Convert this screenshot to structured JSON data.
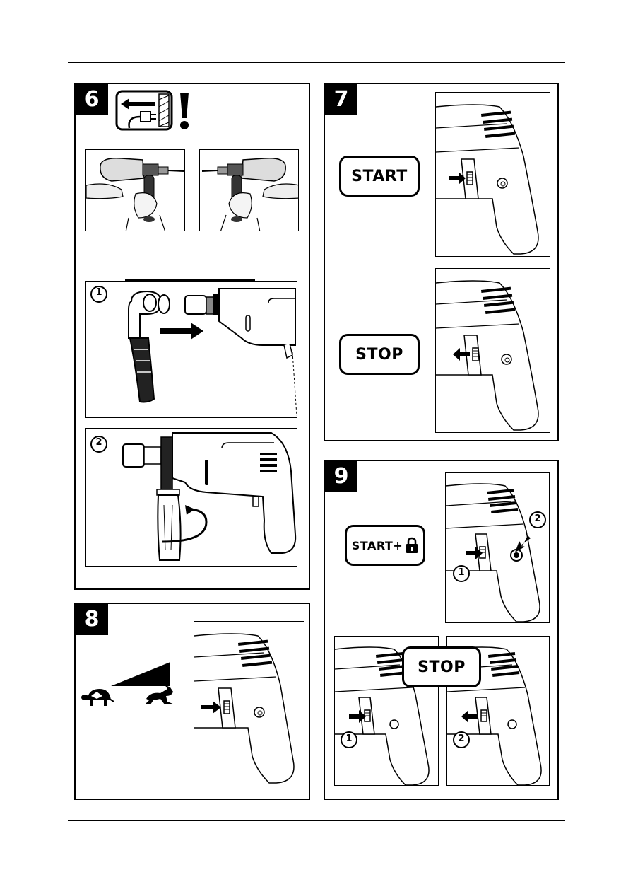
{
  "panels": [
    {
      "number": "6"
    },
    {
      "number": "7"
    },
    {
      "number": "8"
    },
    {
      "number": "9"
    }
  ],
  "buttons": {
    "start": "START",
    "stop": "STOP",
    "start_lock": "START+",
    "stop_overlay": "STOP"
  },
  "markers": {
    "step1": "1",
    "step2": "2",
    "lock_step1": "1",
    "lock_step2": "2",
    "stop_step1": "1",
    "stop_step2": "2"
  },
  "icons": [
    "unplug-warning-icon",
    "exclamation-icon",
    "padlock-icon",
    "tortoise-icon",
    "hare-icon",
    "speed-ramp-icon"
  ]
}
